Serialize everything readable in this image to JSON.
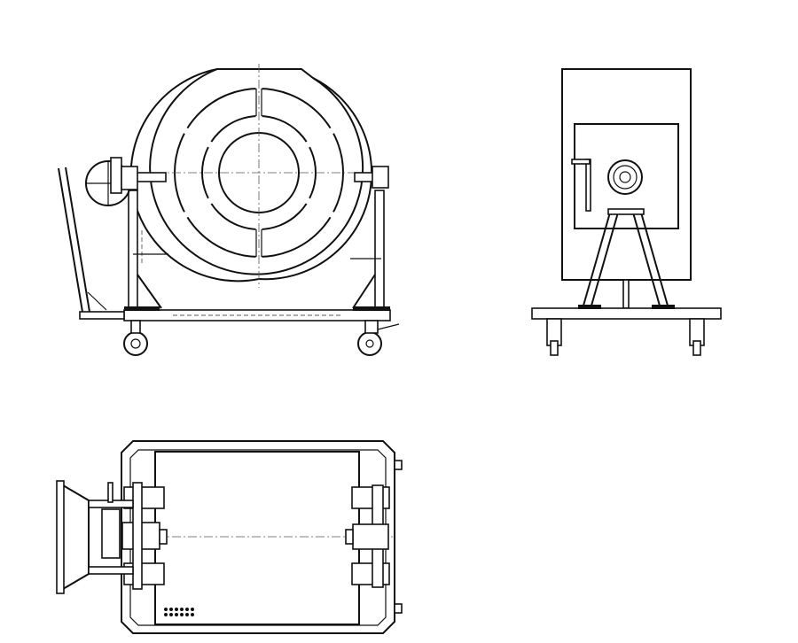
{
  "drawing": {
    "views": [
      "front-view",
      "side-view",
      "top-view"
    ],
    "line_color": "#111111",
    "background": "#ffffff"
  }
}
